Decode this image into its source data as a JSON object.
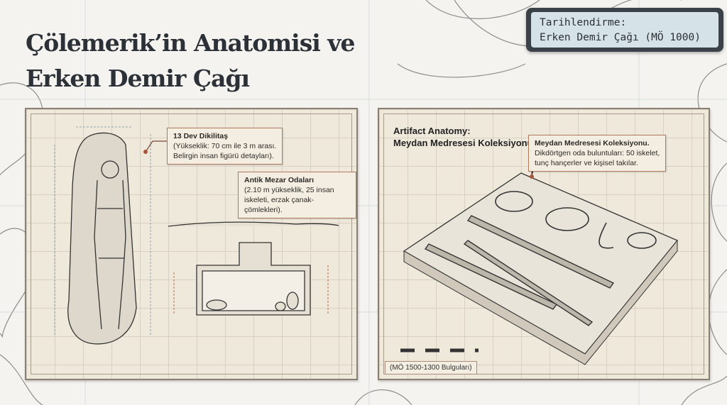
{
  "title": {
    "line1": "Çölemerik’in Anatomisi ve",
    "line2": "Erken Demir Çağı"
  },
  "dating": {
    "label": "Tarihlendirme:",
    "value": "Erken Demir Çağı (MÖ 1000)"
  },
  "left_panel": {
    "callout1": {
      "title": "13 Dev Dikilitaş",
      "line1": "(Yükseklik: 70 cm ile 3 m arası.",
      "line2": "Belirgin insan figürü detayları)."
    },
    "callout2": {
      "title": "Antik Mezar Odaları",
      "line1": "(2.10 m yükseklik, 25 insan",
      "line2": "iskeleti, erzak çanak-çömlekleri)."
    }
  },
  "right_panel": {
    "title_line1": "Artifact Anatomy:",
    "title_line2": "Meydan Medresesi Koleksiyonu",
    "callout": {
      "title": "Meydan Medresesi Koleksiyonu.",
      "line1": "Dikdörtgen oda buluntuları: 50 iskelet,",
      "line2": "tunç hançerler ve kişisel takılar."
    },
    "footnote": "(MÖ 1500-1300 Bulguları)"
  }
}
